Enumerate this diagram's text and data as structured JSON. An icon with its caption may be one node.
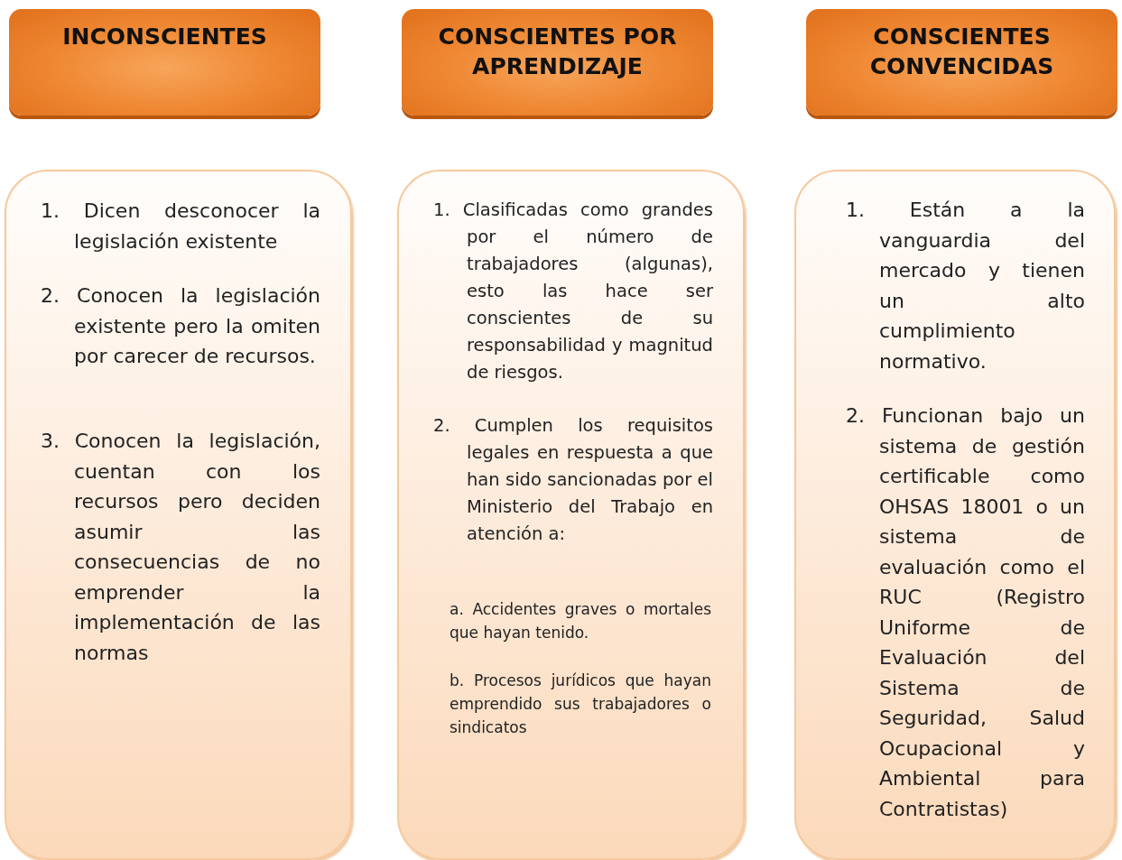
{
  "diagram": {
    "nodes": [
      {
        "text": [
          "INCONSCIENTES"
        ]
      },
      {
        "text": [
          "CONSCIENTES POR APRENDIZAJE"
        ]
      },
      {
        "text": [
          "CONSCIENTES CONVENCIDAS"
        ]
      },
      {
        "text": [
          "1. Dicen desconocer la legislación existente",
          "2. Conocen la legislación existente pero la omiten por carecer de recursos.",
          "3. Conocen la legislación, cuentan con los recursos pero deciden asumir las consecuencias de no emprender la implementación de las normas"
        ]
      },
      {
        "text": [
          "1. Clasificadas como grandes por el número de trabajadores (algunas), esto las hace ser conscientes de su responsabilidad y magnitud de riesgos.",
          "2. Cumplen los requisitos legales en respuesta a que han sido sancionadas por el Ministerio del Trabajo en atención a:",
          "a. Accidentes graves o mortales que hayan tenido.",
          "b. Procesos jurídicos que hayan emprendido sus trabajadores o sindicatos"
        ]
      },
      {
        "text": [
          "1. Están a la vanguardia del mercado y tienen un alto cumplimiento normativo.",
          "2. Funcionan bajo un sistema de gestión certificable como OHSAS 18001 o un sistema de evaluación como el RUC (Registro Uniforme de Evaluación del Sistema de Seguridad, Salud Ocupacional y Ambiental para Contratistas)"
        ]
      }
    ],
    "edges": []
  }
}
